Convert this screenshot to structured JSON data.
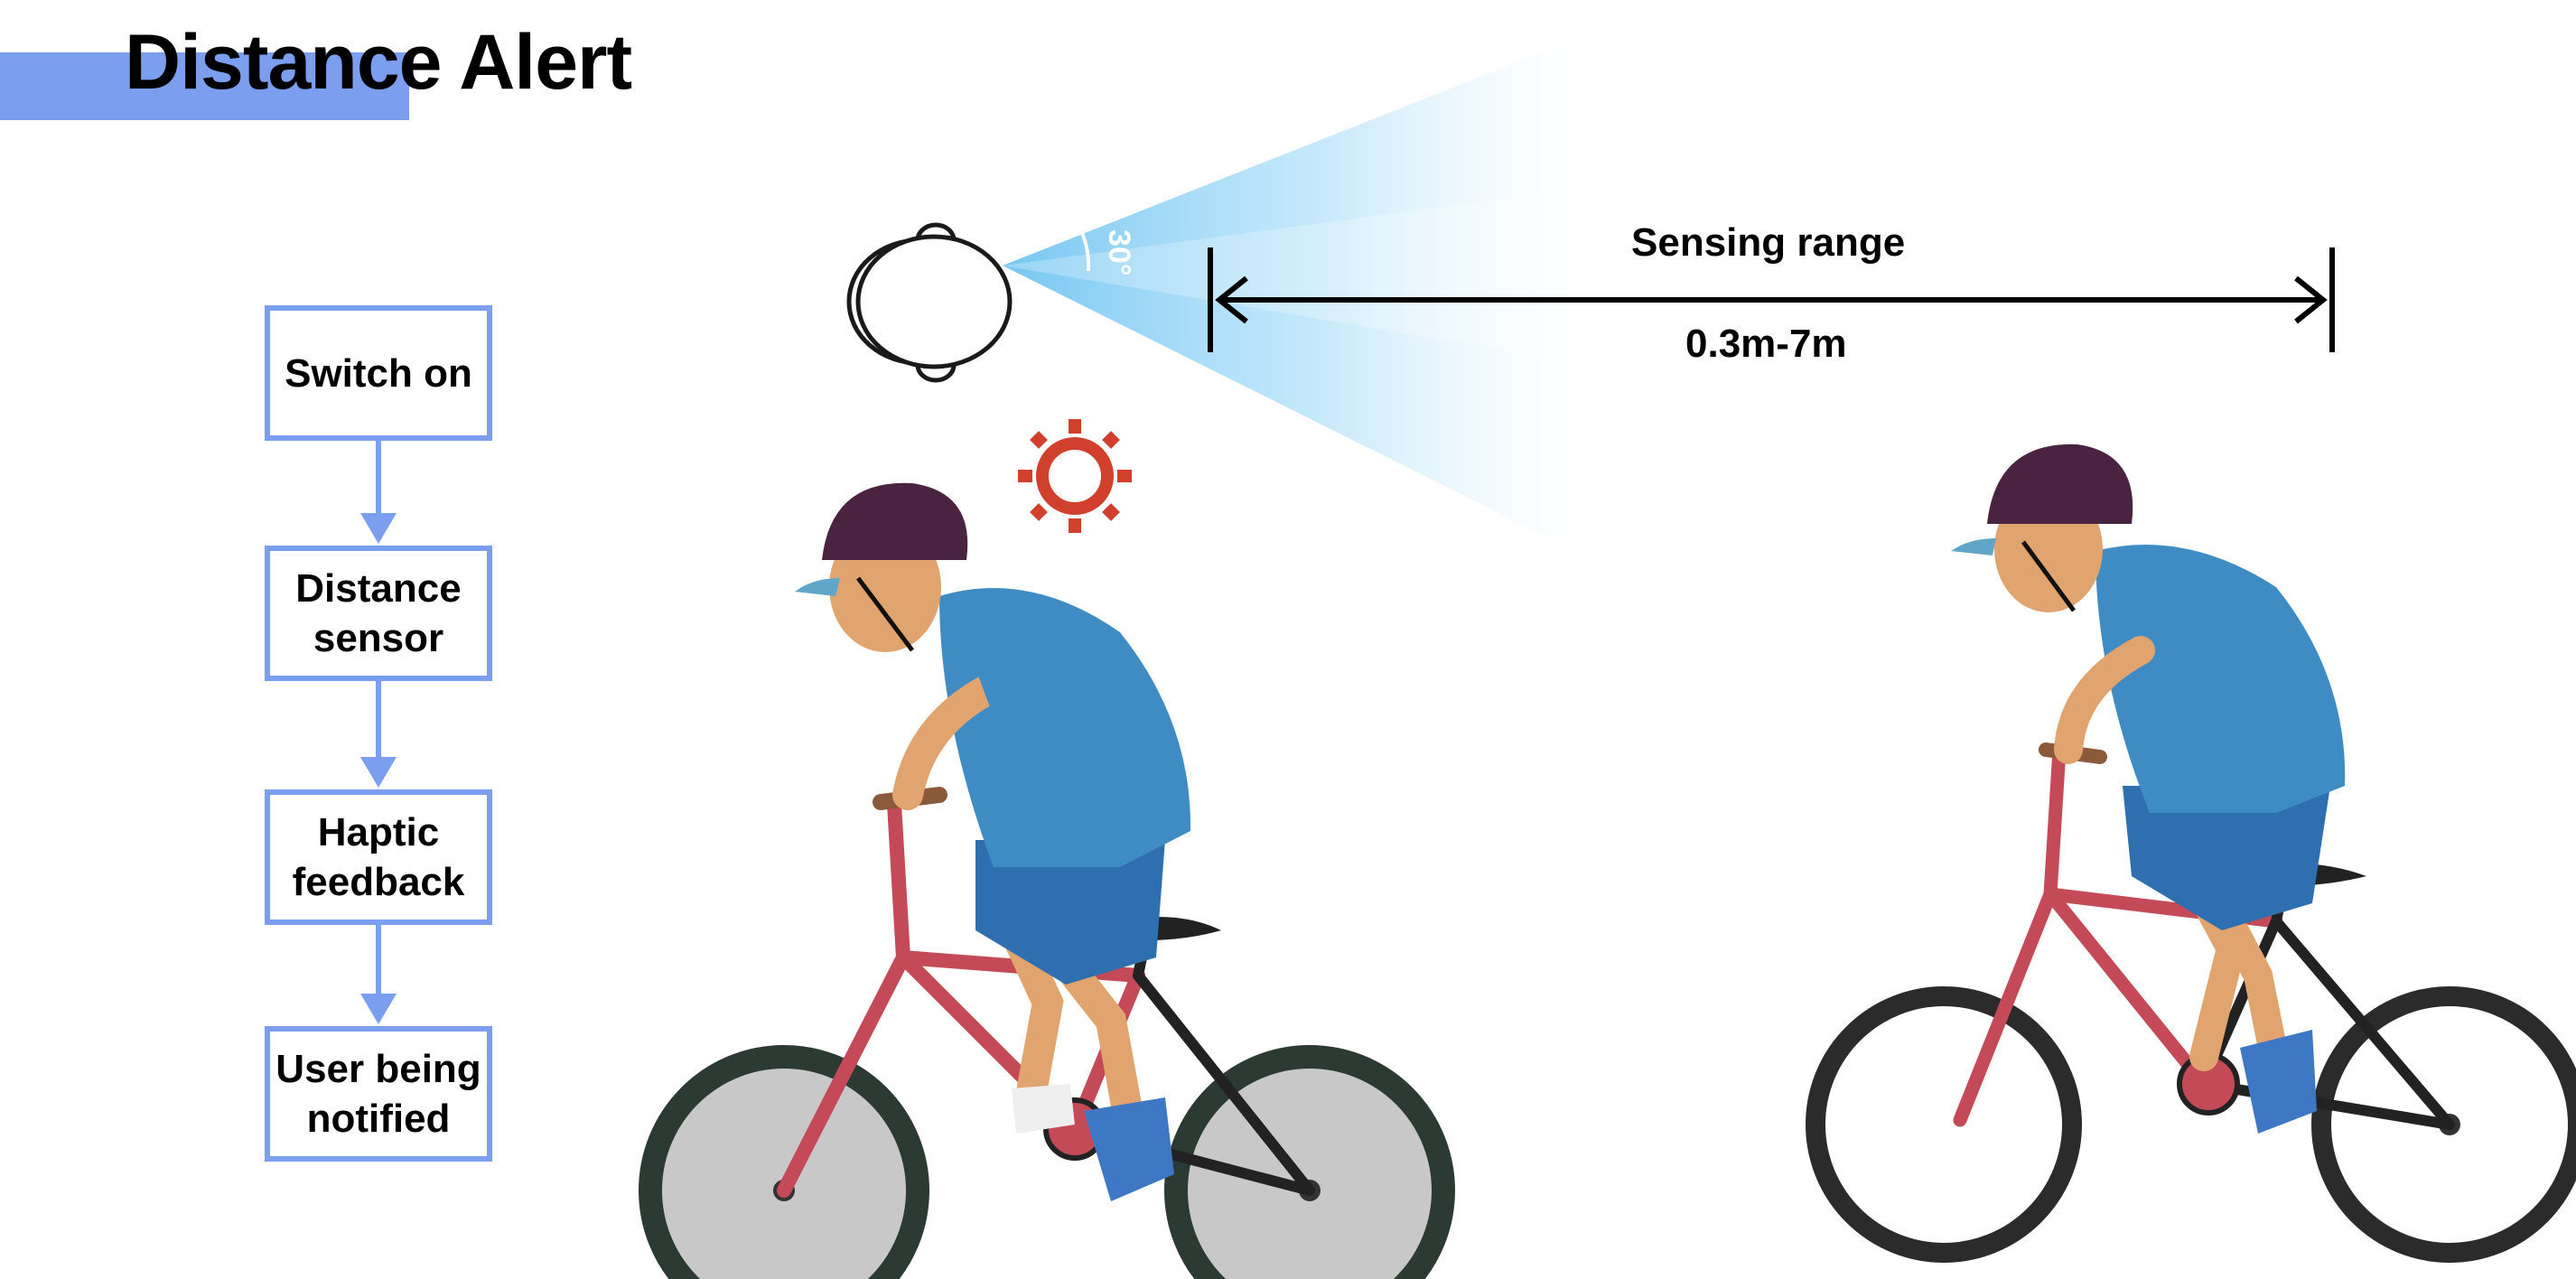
{
  "title": "Distance Alert",
  "colors": {
    "accent": "#7B9EEE",
    "beam": "#8FD3F7",
    "light": "#D1402C",
    "helmet": "#4A2340",
    "shirt": "#3F8CC4",
    "shorts": "#2E6FB0",
    "skin": "#E2A46E",
    "frame": "#C44A58",
    "tire": "#2B3A33",
    "rim": "#BDBDBD"
  },
  "flow": [
    {
      "lines": [
        "Switch on"
      ]
    },
    {
      "lines": [
        "Distance",
        "sensor"
      ]
    },
    {
      "lines": [
        "Haptic",
        "feedback"
      ]
    },
    {
      "lines": [
        "User being",
        "notified"
      ]
    }
  ],
  "sensor": {
    "angle_label": "30°",
    "range_label": "Sensing range",
    "range_value": "0.3m-7m"
  },
  "icons": {
    "device": "helmet-sensor-icon",
    "light": "sun-light-icon",
    "rider_near": "cyclist-illustration",
    "rider_far": "cyclist-illustration"
  }
}
